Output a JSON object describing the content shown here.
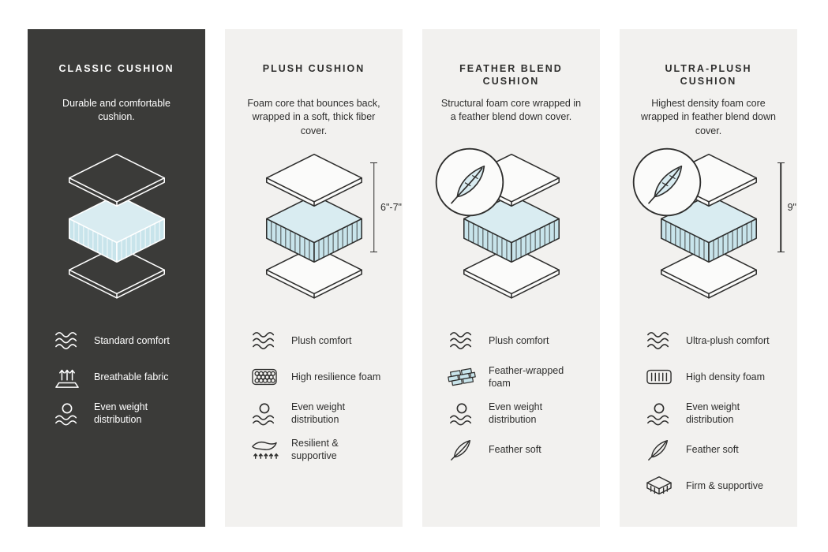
{
  "cards": [
    {
      "id": "classic-cushion",
      "theme": "dark",
      "title": "CLASSIC CUSHION",
      "description": "Durable and comfortable cushion.",
      "measure": "",
      "features": [
        {
          "icon": "comfort-waves-icon",
          "label": "Standard comfort"
        },
        {
          "icon": "breathable-arrows-icon",
          "label": "Breathable fabric"
        },
        {
          "icon": "even-weight-icon",
          "label": "Even weight distribution"
        }
      ]
    },
    {
      "id": "plush-cushion",
      "theme": "light",
      "title": "PLUSH CUSHION",
      "description": "Foam core that bounces back, wrapped in a soft, thick fiber cover.",
      "measure": "6\"-7\"",
      "features": [
        {
          "icon": "comfort-waves-icon",
          "label": "Plush comfort"
        },
        {
          "icon": "foam-cells-icon",
          "label": "High resilience foam"
        },
        {
          "icon": "even-weight-icon",
          "label": "Even weight distribution"
        },
        {
          "icon": "resilient-spring-icon",
          "label": "Resilient & supportive"
        }
      ]
    },
    {
      "id": "feather-blend-cushion",
      "theme": "light",
      "title": "FEATHER BLEND CUSHION",
      "description": "Structural foam core wrapped in a feather blend down cover.",
      "measure": "",
      "features": [
        {
          "icon": "comfort-waves-icon",
          "label": "Plush comfort"
        },
        {
          "icon": "feather-wrapped-bricks-icon",
          "label": "Feather-wrapped foam"
        },
        {
          "icon": "even-weight-icon",
          "label": "Even weight distribution"
        },
        {
          "icon": "feather-icon",
          "label": "Feather soft"
        }
      ]
    },
    {
      "id": "ultra-plush-cushion",
      "theme": "light",
      "title": "ULTRA-PLUSH CUSHION",
      "description": "Highest density foam core wrapped in feather blend down cover.",
      "measure": "9\"",
      "features": [
        {
          "icon": "comfort-waves-icon",
          "label": "Ultra-plush comfort"
        },
        {
          "icon": "high-density-foam-icon",
          "label": "High density foam"
        },
        {
          "icon": "even-weight-icon",
          "label": "Even weight distribution"
        },
        {
          "icon": "feather-icon",
          "label": "Feather soft"
        },
        {
          "icon": "firm-supportive-icon",
          "label": "Firm & supportive"
        }
      ]
    }
  ],
  "colors": {
    "dark_card": "#3b3b39",
    "light_card": "#f2f1ef",
    "foam_top": "#d9ecf1",
    "foam_side": "#c8e4eb",
    "text_dark": "#2e2e2d",
    "text_light": "#ffffff"
  }
}
